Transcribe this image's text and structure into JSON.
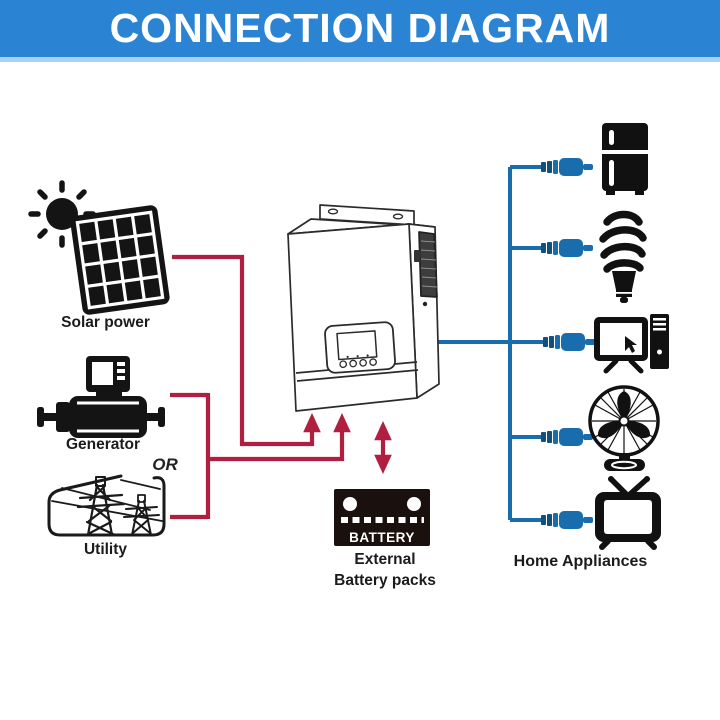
{
  "header": {
    "title": "CONNECTION DIAGRAM",
    "bg_color": "#2b83d4",
    "underline_color": "#a9d1f0"
  },
  "colors": {
    "source_line_red": "#b01f3f",
    "load_line_blue": "#1a6dad",
    "icon_black": "#141414"
  },
  "sources": [
    {
      "id": "solar",
      "label": "Solar power",
      "icon": "sun-and-solar-panel-icon"
    },
    {
      "id": "generator",
      "label": "Generator",
      "icon": "generator-icon"
    },
    {
      "id": "utility",
      "label": "Utility",
      "icon": "power-transmission-towers-icon"
    }
  ],
  "or_label": "OR",
  "inverter": {
    "icon": "hybrid-solar-inverter-illustration"
  },
  "battery": {
    "badge": "BATTERY",
    "label_line1": "External",
    "label_line2": "Battery packs",
    "icon": "battery-pack-icon"
  },
  "loads": {
    "label": "Home Appliances",
    "items": [
      {
        "icon": "refrigerator-icon"
      },
      {
        "icon": "cfl-bulb-icon"
      },
      {
        "icon": "desktop-computer-icon"
      },
      {
        "icon": "table-fan-icon"
      },
      {
        "icon": "television-icon"
      }
    ]
  }
}
